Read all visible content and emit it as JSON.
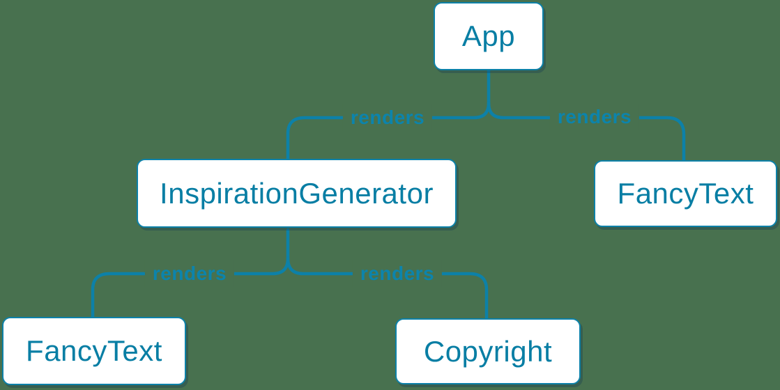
{
  "diagram": {
    "nodes": [
      {
        "id": "app",
        "label": "App"
      },
      {
        "id": "inspiration-generator",
        "label": "InspirationGenerator"
      },
      {
        "id": "fancy-text-top",
        "label": "FancyText"
      },
      {
        "id": "fancy-text-bottom",
        "label": "FancyText"
      },
      {
        "id": "copyright",
        "label": "Copyright"
      }
    ],
    "edges": [
      {
        "from": "App",
        "to": "InspirationGenerator",
        "label": "renders"
      },
      {
        "from": "App",
        "to": "FancyText",
        "label": "renders"
      },
      {
        "from": "InspirationGenerator",
        "to": "FancyText",
        "label": "renders"
      },
      {
        "from": "InspirationGenerator",
        "to": "Copyright",
        "label": "renders"
      }
    ],
    "colors": {
      "background": "#48714F",
      "edge_stroke": "#0D81A8",
      "node_border": "#0D81A8",
      "node_fill": "#FFFFFF",
      "node_text": "#087EA4",
      "edge_label_text": "#0C84AC"
    }
  }
}
